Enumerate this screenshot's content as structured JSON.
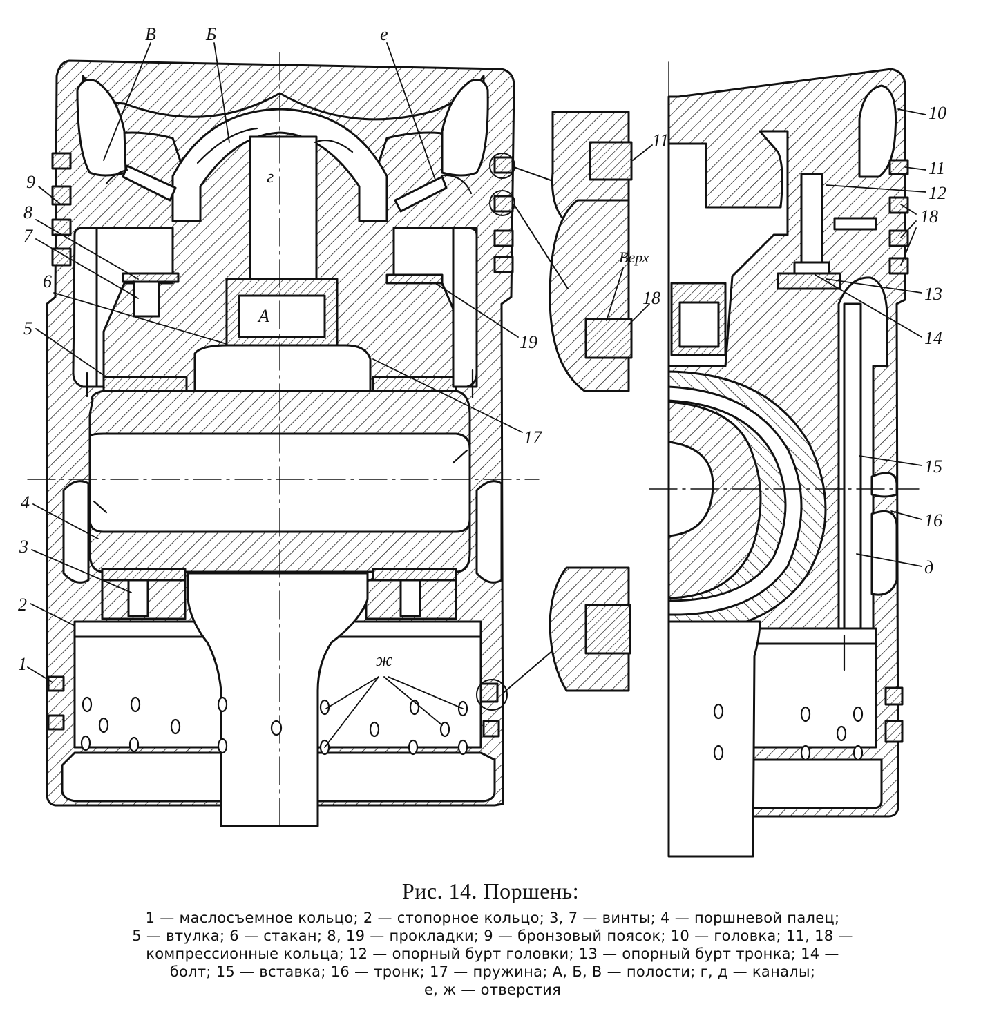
{
  "figure": {
    "caption": "Рис. 14. Поршень:",
    "legend_line1": "1 — маслосъемное кольцо; 2 — стопорное кольцо; 3, 7 — винты; 4 — поршневой палец;",
    "legend_line2": "5 — втулка; 6 — стакан; 8, 19 — прокладки; 9 — бронзовый поясок; 10 — головка; 11, 18 —",
    "legend_line3": "компрессионные кольца; 12 — опорный бурт головки; 13 — опорный бурт тронка; 14 —",
    "legend_line4": "болт; 15 — вставка; 16 — тронк; 17 — пружина; А, Б, В — полости; г, д — каналы;",
    "legend_line5": "е, ж — отверстия"
  },
  "labels": {
    "l1": "1",
    "l2": "2",
    "l3": "3",
    "l4": "4",
    "l5": "5",
    "l6": "6",
    "l7": "7",
    "l8": "8",
    "l9": "9",
    "l10": "10",
    "l11a": "11",
    "l11b": "11",
    "l12": "12",
    "l13": "13",
    "l14": "14",
    "l15": "15",
    "l16": "16",
    "l17": "17",
    "l18a": "18",
    "l18b": "18",
    "l19": "19",
    "lA": "А",
    "lB": "Б",
    "lV": "В",
    "lg": "г",
    "ld": "д",
    "le": "е",
    "lzh": "ж",
    "top_label": "Верх"
  }
}
